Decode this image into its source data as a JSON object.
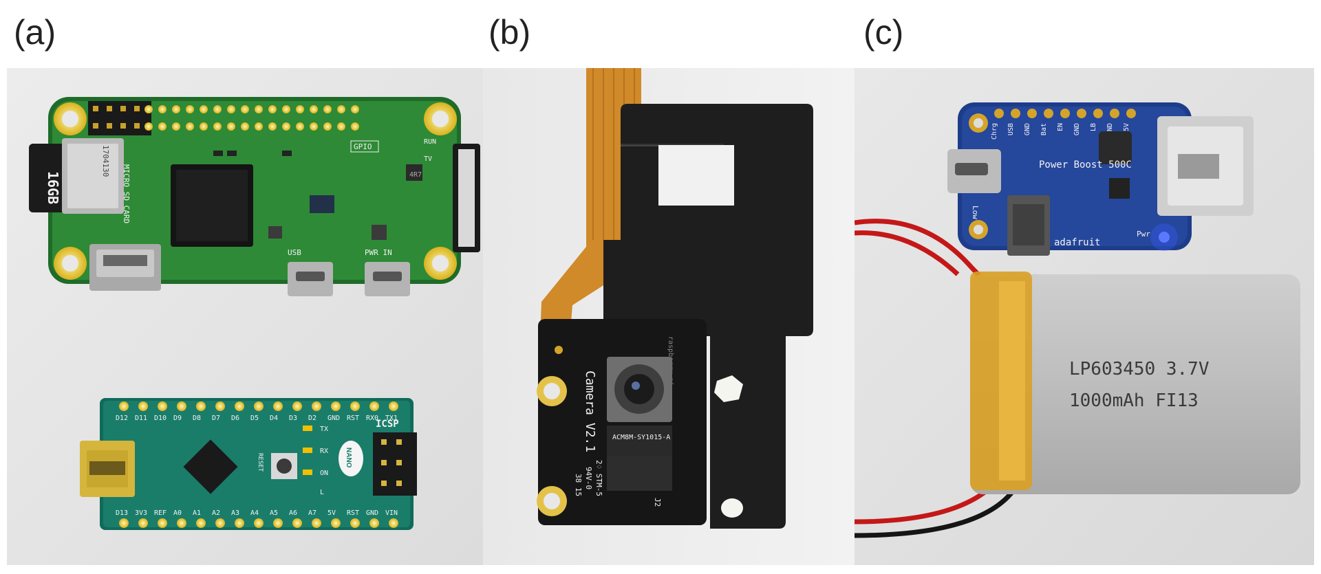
{
  "panels": [
    {
      "label": "(a)"
    },
    {
      "label": "(b)"
    },
    {
      "label": "(c)"
    }
  ],
  "pi_zero": {
    "sd_card": "16GB",
    "sd_slot": "MICRO SD CARD",
    "sd_code": "1704130",
    "gpio": "GPIO",
    "run": "RUN",
    "tv": "TV",
    "usb": "USB",
    "pwr_in": "PWR IN",
    "inductor": "4R7"
  },
  "nano": {
    "top_pins": [
      "D12",
      "D11",
      "D10",
      "D9",
      "D8",
      "D7",
      "D6",
      "D5",
      "D4",
      "D3",
      "D2",
      "GND",
      "RST",
      "RX0",
      "TX1"
    ],
    "bottom_pins": [
      "D13",
      "3V3",
      "REF",
      "A0",
      "A1",
      "A2",
      "A3",
      "A4",
      "A5",
      "A6",
      "A7",
      "5V",
      "RST",
      "GND",
      "VIN"
    ],
    "icsp": "ICSP",
    "nano_badge": "NANO",
    "reset": "RESET",
    "tx": "TX",
    "rx": "RX",
    "on": "ON",
    "l": "L"
  },
  "camera": {
    "name": "Camera V2.1",
    "sensor": "ACM8M-SY1015-A",
    "code1": "2♢ STM-5",
    "code2": "94V-0",
    "code3": "38 15",
    "j2": "J2",
    "brand": "raspberry pi"
  },
  "powerboost": {
    "pins": [
      "Chrg",
      "USB",
      "GND",
      "Bat",
      "EN",
      "GND",
      "LB",
      "GND",
      "5V"
    ],
    "name": "Power Boost 500C",
    "brand": "adafruit",
    "low": "Low",
    "pwr": "Pwr"
  },
  "battery": {
    "line1": "LP603450 3.7V",
    "line2": "1000mAh  FI13"
  }
}
